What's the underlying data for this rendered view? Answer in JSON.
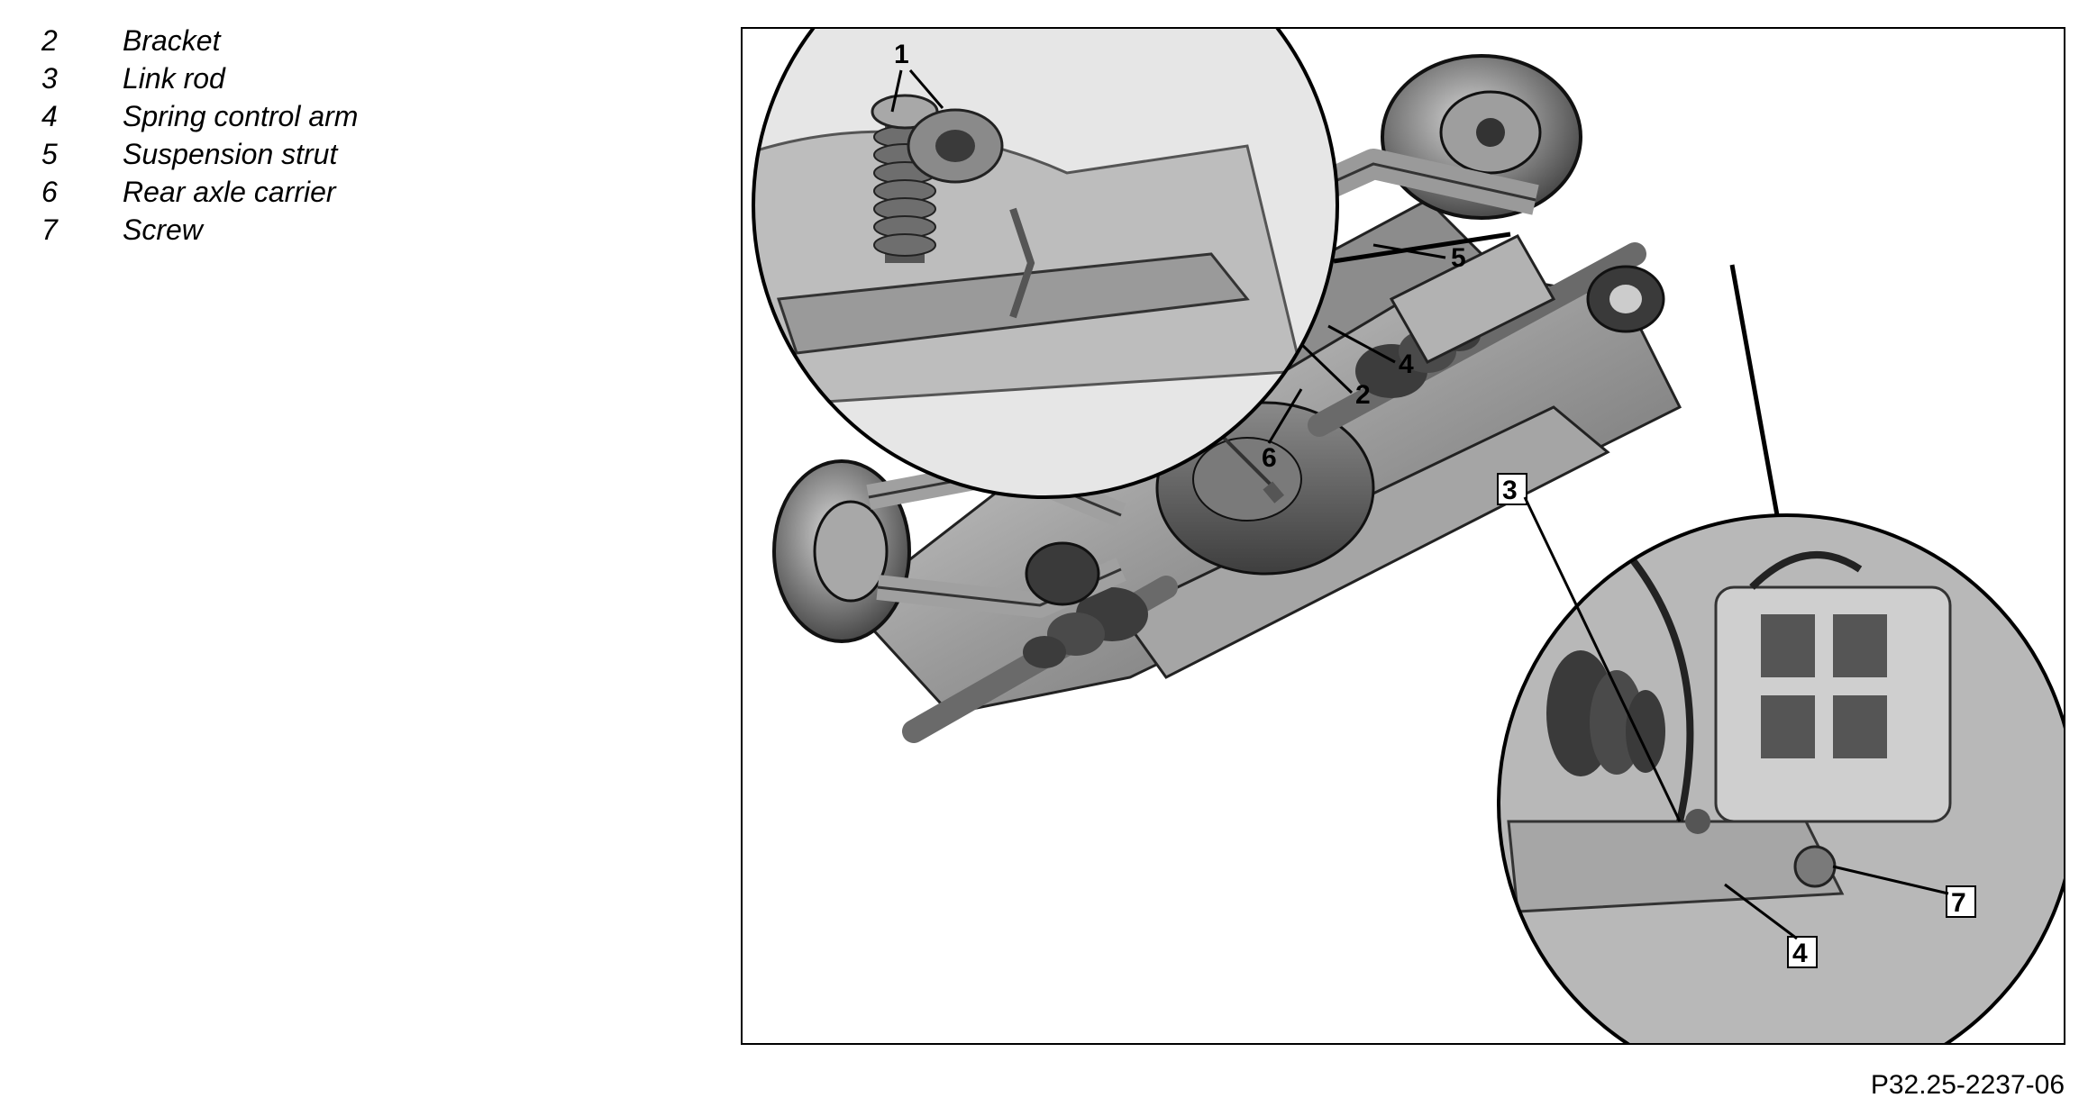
{
  "legend": {
    "items": [
      {
        "num": "2",
        "label": "Bracket"
      },
      {
        "num": "3",
        "label": "Link rod"
      },
      {
        "num": "4",
        "label": "Spring control arm"
      },
      {
        "num": "5",
        "label": "Suspension strut"
      },
      {
        "num": "6",
        "label": "Rear axle carrier"
      },
      {
        "num": "7",
        "label": "Screw"
      }
    ]
  },
  "figure": {
    "code": "P32.25-2237-06",
    "callouts": {
      "c1": "1",
      "c2": "2",
      "c4": "4",
      "c5": "5",
      "c6": "6",
      "detail_c3": "3",
      "detail_c4": "4",
      "detail_c7": "7"
    }
  },
  "colors": {
    "metal_dark": "#6e6e6e",
    "metal_mid": "#9a9a9a",
    "metal_light": "#cfcfcf",
    "outline": "#000000"
  }
}
